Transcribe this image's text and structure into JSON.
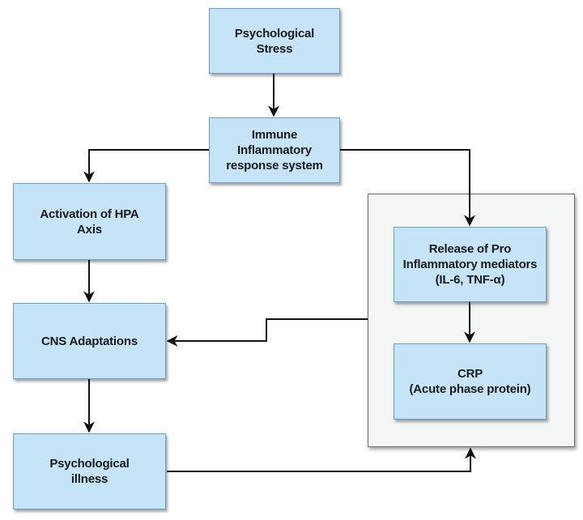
{
  "diagram": {
    "type": "flowchart",
    "nodes": {
      "stress": {
        "label": "Psychological\nStress"
      },
      "immune": {
        "label": "Immune\nInflammatory\nresponse system"
      },
      "hpa": {
        "label": "Activation of HPA\nAxis"
      },
      "cns": {
        "label": "CNS Adaptations"
      },
      "illness": {
        "label": "Psychological\nillness"
      },
      "mediators": {
        "label": "Release of Pro\nInflammatory mediators\n(IL-6, TNF-α)"
      },
      "crp": {
        "label": "CRP\n(Acute phase protein)"
      }
    },
    "groups": [
      {
        "id": "inflammatory-group",
        "members": [
          "mediators",
          "crp"
        ]
      }
    ],
    "edges": [
      {
        "from": "stress",
        "to": "immune"
      },
      {
        "from": "immune",
        "to": "hpa"
      },
      {
        "from": "immune",
        "to": "mediators"
      },
      {
        "from": "hpa",
        "to": "cns"
      },
      {
        "from": "mediators",
        "to": "crp"
      },
      {
        "from": "inflammatory-group",
        "to": "cns"
      },
      {
        "from": "cns",
        "to": "illness"
      },
      {
        "from": "illness",
        "to": "inflammatory-group"
      }
    ],
    "colors": {
      "node_fill": "#c6e4f8",
      "node_border": "#6b9dcb",
      "group_fill": "#f4f5f5",
      "group_border": "#5f6e6e",
      "edge": "#111111",
      "text": "#1b1b1b"
    }
  }
}
